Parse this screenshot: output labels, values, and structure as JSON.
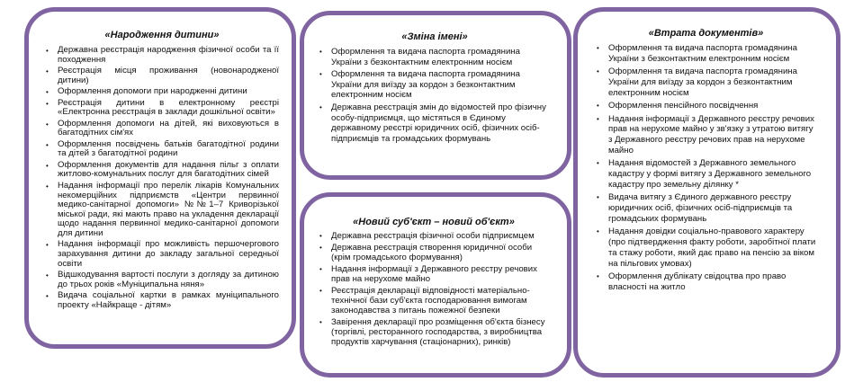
{
  "cards": {
    "birth": {
      "title": "«Народження дитини»",
      "items": [
        "Державна реєстрація народження фізичної особи та її походження",
        "Реєстрація місця проживання (новонародженої дитини)",
        "Оформлення допомоги при народженні дитини",
        "Реєстрація дитини в електронному реєстрі «Електронна реєстрація в заклади дошкільної освіти»",
        "Оформлення допомоги на дітей, які виховуються в багатодітних сім'ях",
        "Оформлення посвідчень батьків багатодітної родини та дітей з багатодітної родини",
        "Оформлення документів для надання пільг з оплати житлово-комунальних послуг для багатодітних сімей",
        "Надання інформації про перелік лікарів Комунальних некомерційних підприємств «Центри первинної медико-санітарної допомоги» №№1–7 Криворізької міської ради, які мають право на укладення декларації щодо надання первинної медико-санітарної допомоги для дитини",
        "Надання інформації про можливість першочергового зарахування дитини до закладу загальної середньої освіти",
        "Відшкодування вартості послуги з догляду за дитиною до трьох років «Муніципальна няня»",
        "Видача соціальної картки в рамках муніципального проекту «Найкраще - дітям»"
      ]
    },
    "name_change": {
      "title": "«Зміна імені»",
      "items": [
        "Оформлення та видача паспорта громадянина України з безконтактним електронним носієм",
        "Оформлення та видача паспорта громадянина України для виїзду за кордон з безконтактним електронним носієм",
        "Державна реєстрація змін до відомостей про фізичну особу-підприємця, що містяться в Єдиному державному реєстрі юридичних осіб, фізичних осіб-підприємців та громадських формувань"
      ]
    },
    "new_entity": {
      "title": "«Новий суб'єкт – новий об'єкт»",
      "items": [
        "Державна реєстрація фізичної особи підприємцем",
        "Державна реєстрація створення юридичної особи (крім громадського формування)",
        "Надання інформації з Державного реєстру речових прав на нерухоме майно",
        "Реєстрація декларації відповідності матеріально-технічної бази суб'єкта господарювання вимогам законодавства з питань пожежної безпеки",
        "Завірення декларації про розміщення об'єкта бізнесу (торгівлі, ресторанного господарства, з виробництва продуктів харчування (стаціонарних), ринків)"
      ]
    },
    "doc_loss": {
      "title": "«Втрата документів»",
      "items": [
        "Оформлення та видача паспорта громадянина України з безконтактним електронним носієм",
        "Оформлення та видача паспорта громадянина України для виїзду за кордон з безконтактним електронним носієм",
        "Оформлення пенсійного посвідчення",
        "Надання інформації з Державного реєстру речових прав на нерухоме майно у зв'язку з утратою витягу з Державного реєстру речових прав на нерухоме майно",
        "Надання відомостей з Державного земельного кадастру у формі витягу з Державного земельного кадастру про земельну ділянку *",
        "Видача витягу з Єдиного державного реєстру юридичних осіб, фізичних осіб-підприємців та громадських формувань",
        "Надання довідки соціально-правового характеру (про підтвердження факту роботи, заробітної плати та стажу роботи, який дає право на пенсію за віком на пільгових умовах)",
        "Оформлення дублікату свідоцтва про право власності на житло"
      ]
    }
  },
  "icons": {
    "bullet": "•"
  },
  "colors": {
    "border": "#8064a2",
    "text": "#111111",
    "background": "#ffffff"
  }
}
